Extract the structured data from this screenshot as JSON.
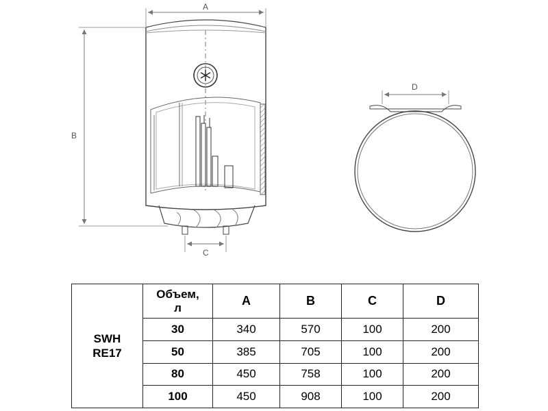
{
  "dimensions": {
    "a": "A",
    "b": "B",
    "c": "C",
    "d": "D"
  },
  "table": {
    "model_line1": "SWH",
    "model_line2": "RE17",
    "headers": [
      "Объем,\nл",
      "A",
      "B",
      "C",
      "D"
    ],
    "rows": [
      [
        "30",
        "340",
        "570",
        "100",
        "200"
      ],
      [
        "50",
        "385",
        "705",
        "100",
        "200"
      ],
      [
        "80",
        "450",
        "758",
        "100",
        "200"
      ],
      [
        "100",
        "450",
        "908",
        "100",
        "200"
      ]
    ]
  }
}
